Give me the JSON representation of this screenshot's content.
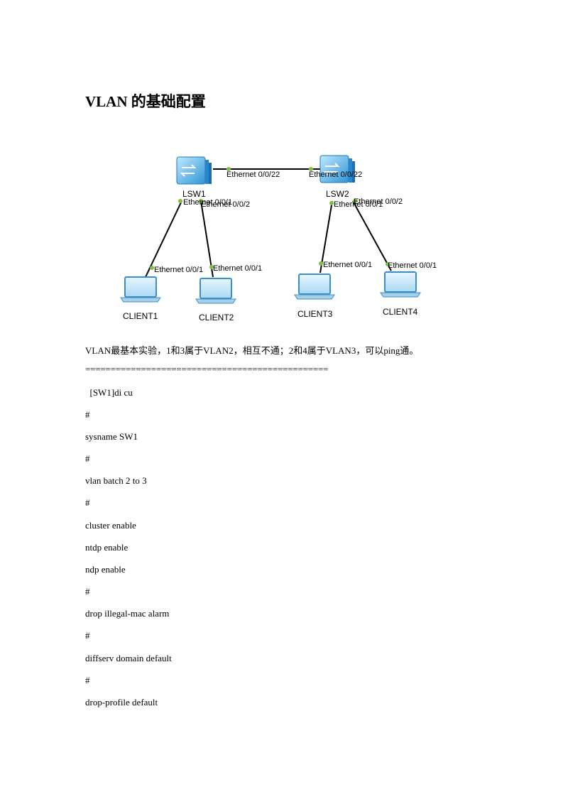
{
  "document": {
    "title": "VLAN 的基础配置",
    "intro": "VLAN最基本实验，1和3属于VLAN2，相互不通；2和4属于VLAN3，可以ping通。",
    "separator": "================================================",
    "config_lines": [
      "  [SW1]di cu",
      "#",
      "sysname SW1",
      "#",
      "vlan batch 2 to 3",
      "#",
      "cluster enable",
      "ntdp enable",
      "ndp enable",
      "#",
      "drop illegal-mac alarm",
      "#",
      "diffserv domain default",
      "#",
      "drop-profile default"
    ]
  },
  "topology": {
    "switches": [
      {
        "name": "LSW1"
      },
      {
        "name": "LSW2"
      }
    ],
    "clients": [
      {
        "name": "CLIENT1"
      },
      {
        "name": "CLIENT2"
      },
      {
        "name": "CLIENT3"
      },
      {
        "name": "CLIENT4"
      }
    ],
    "port_labels": {
      "lsw1_uplink": "Ethernet 0/0/22",
      "lsw2_uplink": "Ethernet 0/0/22",
      "lsw1_p1": "Ethernet 0/0/1",
      "lsw1_p2": "Ethernet 0/0/2",
      "lsw2_p1": "Ethernet 0/0/1",
      "lsw2_p2": "Ethernet 0/0/2",
      "client1_port": "Ethernet 0/0/1",
      "client2_port": "Ethernet 0/0/1",
      "client3_port": "Ethernet 0/0/1",
      "client4_port": "Ethernet 0/0/1"
    },
    "colors": {
      "port_dot": "#7ac143",
      "switch_body": "#3aa8e0",
      "laptop_screen": "#bfe3f7"
    }
  }
}
